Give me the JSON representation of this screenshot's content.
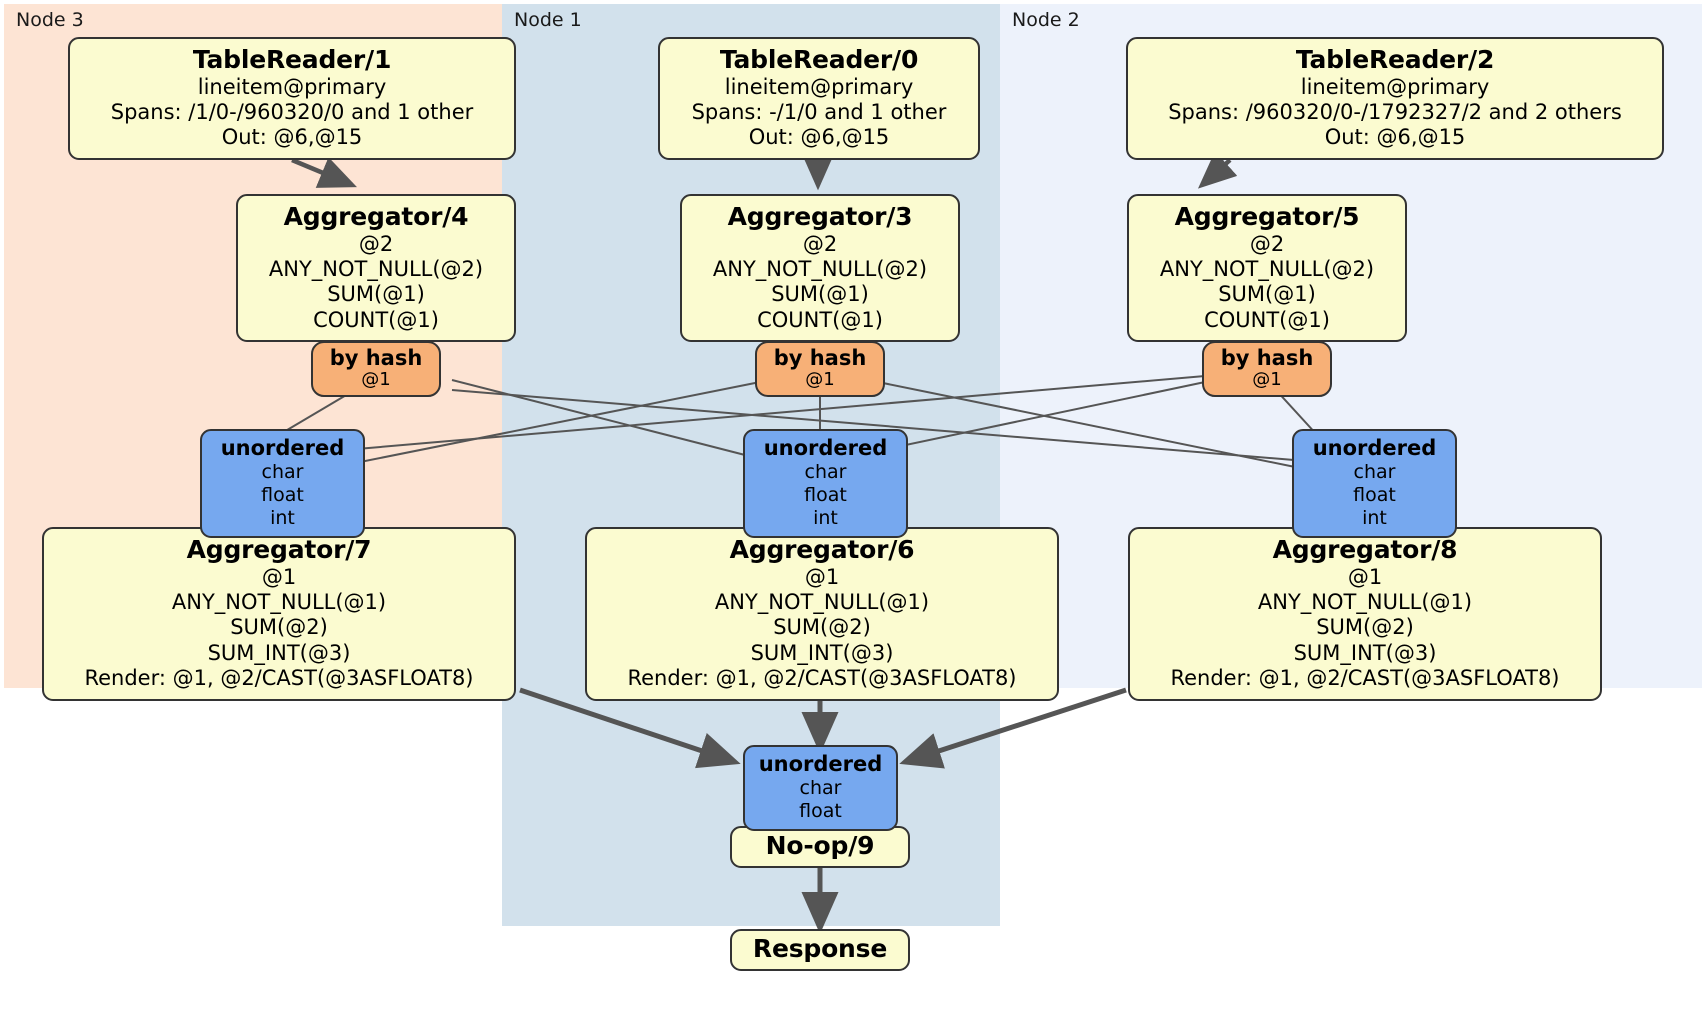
{
  "diagram": {
    "type": "distsql-physical-plan",
    "panels": [
      {
        "id": "node3",
        "label": "Node 3",
        "color": "#fde4d4"
      },
      {
        "id": "node1",
        "label": "Node 1",
        "color": "#d2e1ec"
      },
      {
        "id": "node2",
        "label": "Node 2",
        "color": "#edf2fb"
      }
    ],
    "colors": {
      "processor_fill": "#fbfbd0",
      "router_fill": "#f7b077",
      "stream_fill": "#76a8ef",
      "border": "#333333",
      "edge": "#555555"
    },
    "processors": {
      "table_reader_1": {
        "title": "TableReader/1",
        "lines": [
          "lineitem@primary",
          "Spans: /1/0-/960320/0 and 1 other",
          "Out: @6,@15"
        ]
      },
      "table_reader_0": {
        "title": "TableReader/0",
        "lines": [
          "lineitem@primary",
          "Spans: -/1/0 and 1 other",
          "Out: @6,@15"
        ]
      },
      "table_reader_2": {
        "title": "TableReader/2",
        "lines": [
          "lineitem@primary",
          "Spans: /960320/0-/1792327/2 and 2 others",
          "Out: @6,@15"
        ]
      },
      "aggregator_4": {
        "title": "Aggregator/4",
        "lines": [
          "@2",
          "ANY_NOT_NULL(@2)",
          "SUM(@1)",
          "COUNT(@1)"
        ]
      },
      "aggregator_3": {
        "title": "Aggregator/3",
        "lines": [
          "@2",
          "ANY_NOT_NULL(@2)",
          "SUM(@1)",
          "COUNT(@1)"
        ]
      },
      "aggregator_5": {
        "title": "Aggregator/5",
        "lines": [
          "@2",
          "ANY_NOT_NULL(@2)",
          "SUM(@1)",
          "COUNT(@1)"
        ]
      },
      "aggregator_7": {
        "title": "Aggregator/7",
        "lines": [
          "@1",
          "ANY_NOT_NULL(@1)",
          "SUM(@2)",
          "SUM_INT(@3)",
          "Render: @1, @2/CAST(@3ASFLOAT8)"
        ]
      },
      "aggregator_6": {
        "title": "Aggregator/6",
        "lines": [
          "@1",
          "ANY_NOT_NULL(@1)",
          "SUM(@2)",
          "SUM_INT(@3)",
          "Render: @1, @2/CAST(@3ASFLOAT8)"
        ]
      },
      "aggregator_8": {
        "title": "Aggregator/8",
        "lines": [
          "@1",
          "ANY_NOT_NULL(@1)",
          "SUM(@2)",
          "SUM_INT(@3)",
          "Render: @1, @2/CAST(@3ASFLOAT8)"
        ]
      },
      "noop_9": {
        "title": "No-op/9",
        "lines": []
      },
      "response": {
        "title": "Response",
        "lines": []
      }
    },
    "routers": {
      "by_hash_left": {
        "title": "by hash",
        "lines": [
          "@1"
        ]
      },
      "by_hash_center": {
        "title": "by hash",
        "lines": [
          "@1"
        ]
      },
      "by_hash_right": {
        "title": "by hash",
        "lines": [
          "@1"
        ]
      }
    },
    "streams": {
      "unordered_left": {
        "title": "unordered",
        "lines": [
          "char",
          "float",
          "int"
        ]
      },
      "unordered_center": {
        "title": "unordered",
        "lines": [
          "char",
          "float",
          "int"
        ]
      },
      "unordered_right": {
        "title": "unordered",
        "lines": [
          "char",
          "float",
          "int"
        ]
      },
      "unordered_final": {
        "title": "unordered",
        "lines": [
          "char",
          "float"
        ]
      }
    }
  }
}
